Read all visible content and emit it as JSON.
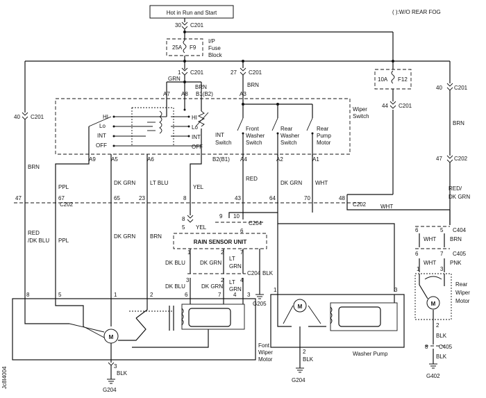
{
  "title": "Hot in Run and Start",
  "note": "( ):W/O REAR FOG",
  "side_code": "Jc8I4004",
  "fuses": {
    "f9": {
      "rating": "25A",
      "name": "F9",
      "block_l1": "I/P",
      "block_l2": "Fuse",
      "block_l3": "Block"
    },
    "f12": {
      "rating": "10A",
      "name": "F12"
    }
  },
  "connectors": {
    "c201": "C201",
    "c202": "C202",
    "c204": "C204",
    "c404": "C404",
    "c405": "C405"
  },
  "pins": {
    "p30": "30",
    "p1": "1",
    "p27": "27",
    "p40a": "40",
    "p40b": "40",
    "p44": "44",
    "p47": "47",
    "a7": "A7",
    "a8": "A8",
    "b1": "B1(B2)",
    "a3": "A3",
    "a9": "A9",
    "a5": "A5",
    "a6": "A6",
    "b2": "B2(B1)",
    "a4": "A4",
    "a2": "A2",
    "a1": "A1",
    "r47": "47",
    "r67": "67",
    "r65": "65",
    "r23": "23",
    "r8": "8",
    "r43": "43",
    "r64": "64",
    "r70": "70",
    "r48": "48",
    "s8": "8",
    "s5": "5",
    "s9": "9",
    "s10": "10",
    "s6": "6",
    "s1": "1",
    "s2": "2",
    "s7": "7",
    "s3": "3",
    "s4": "4",
    "m8": "8",
    "m5": "5",
    "m1": "1",
    "m2": "2",
    "m6": "6",
    "m7": "7",
    "m4": "4",
    "m3": "3",
    "wp1": "1",
    "wp3": "3",
    "wp2": "2",
    "rp6a": "6",
    "rp5": "5",
    "rp6b": "6",
    "rp7": "7",
    "rp1": "1",
    "rp3": "3",
    "rp2": "2",
    "rp8": "8"
  },
  "wires": {
    "grn": "GRN",
    "brn": "BRN",
    "brn2": "BRN",
    "brn_left": "BRN",
    "ppl": "PPL",
    "dkgrn1": "DK GRN",
    "ltblu": "LT BLU",
    "yel": "YEL",
    "red": "RED",
    "dkgrn2": "DK GRN",
    "wht": "WHT",
    "brn_right": "BRN",
    "red_dkgrn1": "RED/",
    "red_dkgrn2": "DK GRN",
    "wht_long": "WHT",
    "red_dkblu1": "RED",
    "red_dkblu2": "/DK BLU",
    "ppl2": "PPL",
    "dkgrn3": "DK GRN",
    "brn3": "BRN",
    "yel2": "YEL",
    "dkblu": "DK BLU",
    "dkgrn4": "DK GRN",
    "ltgrn1": "LT",
    "ltgrn2": "GRN",
    "blk": "BLK",
    "dkblu2": "DK BLU",
    "dkgrn5": "DK GRN",
    "ltgrn3": "LT",
    "ltgrn4": "GRN",
    "wht_r1": "WHT",
    "brn_r": "BRN",
    "wht_r2": "WHT",
    "pnk": "PNK",
    "blk_fm": "BLK",
    "blk_wp": "BLK",
    "blk_rm1": "BLK",
    "blk_rm2": "BLK"
  },
  "switch_labels": {
    "wiper": "Wiper",
    "switch": "Switch",
    "hi1": "HI",
    "lo1": "Lo",
    "int1": "INT",
    "off1": "OFF",
    "hi2": "HI",
    "lo2": "Lo",
    "int2": "INT",
    "off2": "OFF",
    "int_sw1": "INT",
    "int_sw2": "Switch",
    "fw1": "Front",
    "fw2": "Washer",
    "fw3": "Switch",
    "rw1": "Rear",
    "rw2": "Washer",
    "rw3": "Switch",
    "rp1": "Rear",
    "rp2": "Pump",
    "rp3": "Motor"
  },
  "rain_sensor": "RAIN SENSOR UNIT",
  "components": {
    "fwm1": "Font",
    "fwm2": "Wiper",
    "fwm3": "Motor",
    "washer_pump": "Washer  Pump",
    "rwm1": "Rear",
    "rwm2": "Wiper",
    "rwm3": "Motor"
  },
  "grounds": {
    "g204a": "G204",
    "g204b": "G204",
    "g205": "G205",
    "g402": "G402"
  },
  "icons": {
    "motor": "M"
  }
}
